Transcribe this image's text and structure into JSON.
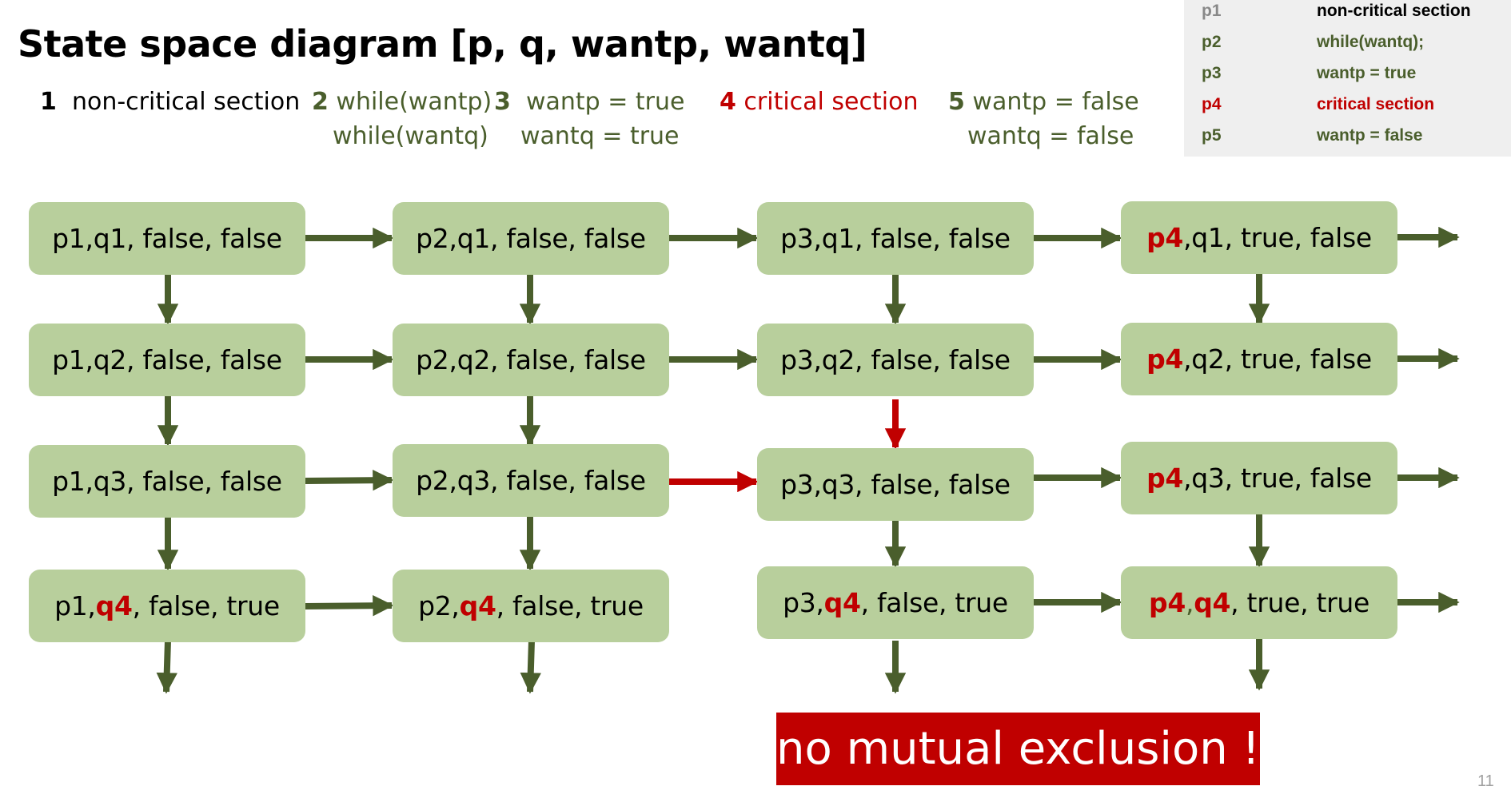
{
  "title": "State space diagram [p, q, wantp, wantq]",
  "legend": {
    "l1": {
      "num": "1",
      "text": "non-critical section"
    },
    "l2": {
      "num": "2",
      "text1": "while(wantp)",
      "text2": "while(wantq)"
    },
    "l3": {
      "num": "3",
      "text1": "wantp = true",
      "text2": "wantq = true"
    },
    "l4": {
      "num": "4",
      "text": "critical section"
    },
    "l5": {
      "num": "5",
      "text1": "wantp = false",
      "text2": "wantq = false"
    }
  },
  "side_table": [
    {
      "key": "p1",
      "value": "non-critical section"
    },
    {
      "key": "p2",
      "value": "while(wantq);"
    },
    {
      "key": "p3",
      "value": "wantp = true"
    },
    {
      "key": "p4",
      "value": "critical section"
    },
    {
      "key": "p5",
      "value": "wantp = false"
    }
  ],
  "states": [
    {
      "p": "p1",
      "q": "q1",
      "rest": ", false, false"
    },
    {
      "p": "p2",
      "q": "q1",
      "rest": ", false, false"
    },
    {
      "p": "p3",
      "q": "q1",
      "rest": ", false, false"
    },
    {
      "p": "p4",
      "q": "q1",
      "rest": ", true, false"
    },
    {
      "p": "p1",
      "q": "q2",
      "rest": ", false, false"
    },
    {
      "p": "p2",
      "q": "q2",
      "rest": ", false, false"
    },
    {
      "p": "p3",
      "q": "q2",
      "rest": ", false, false"
    },
    {
      "p": "p4",
      "q": "q2",
      "rest": ", true, false"
    },
    {
      "p": "p1",
      "q": "q3",
      "rest": ", false, false"
    },
    {
      "p": "p2",
      "q": "q3",
      "rest": ", false, false"
    },
    {
      "p": "p3",
      "q": "q3",
      "rest": ", false, false"
    },
    {
      "p": "p4",
      "q": "q3",
      "rest": ", true, false"
    },
    {
      "p": "p1",
      "q": "q4",
      "rest": ", false, true"
    },
    {
      "p": "p2",
      "q": "q4",
      "rest": ", false, true"
    },
    {
      "p": "p3",
      "q": "q4",
      "rest": ", false, true"
    },
    {
      "p": "p4",
      "q": "q4",
      "rest": ", true, true"
    }
  ],
  "separator": ", ",
  "banner": "no mutual exclusion !",
  "page_number": "11",
  "colors": {
    "green": "#4a5e2c",
    "red": "#c00000",
    "box": "#b8cf9c"
  }
}
